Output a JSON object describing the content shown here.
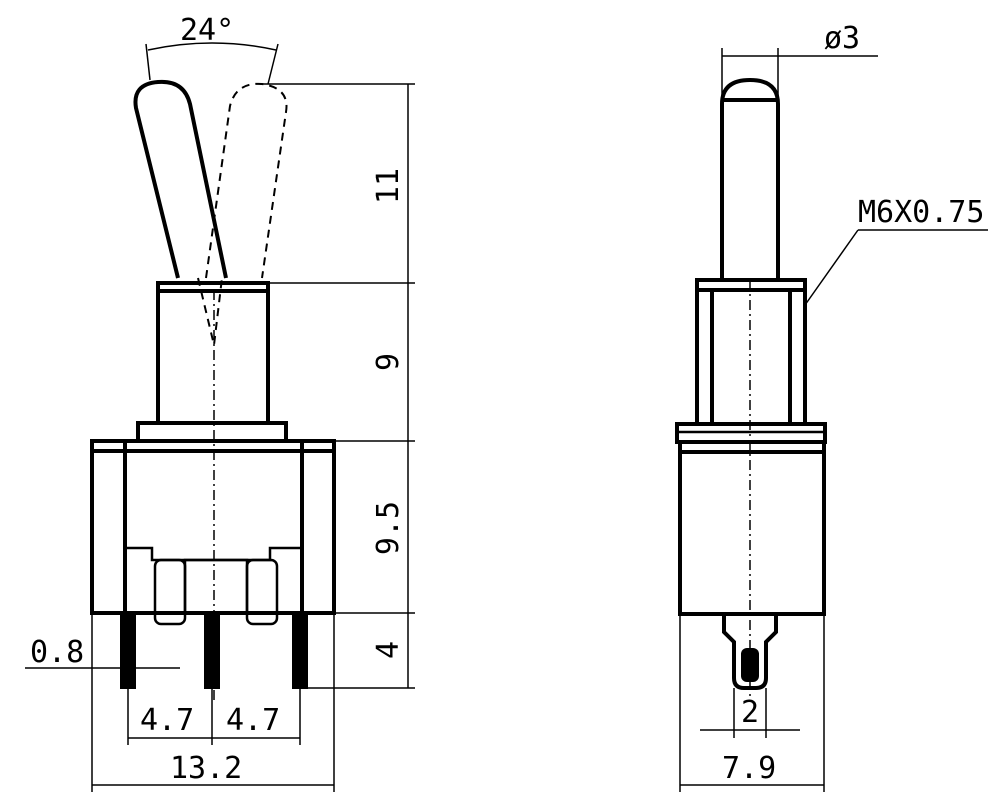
{
  "dimensions": {
    "angle": "24°",
    "diameter": "ø3",
    "thread": "M6X0.75",
    "lever_height": "11",
    "bushing_height": "9",
    "body_height": "9.5",
    "pin_height": "4",
    "pin_width": "0.8",
    "pin_spacing_left": "4.7",
    "pin_spacing_right": "4.7",
    "body_width": "13.2",
    "side_pin_width": "2",
    "side_width": "7.9"
  }
}
